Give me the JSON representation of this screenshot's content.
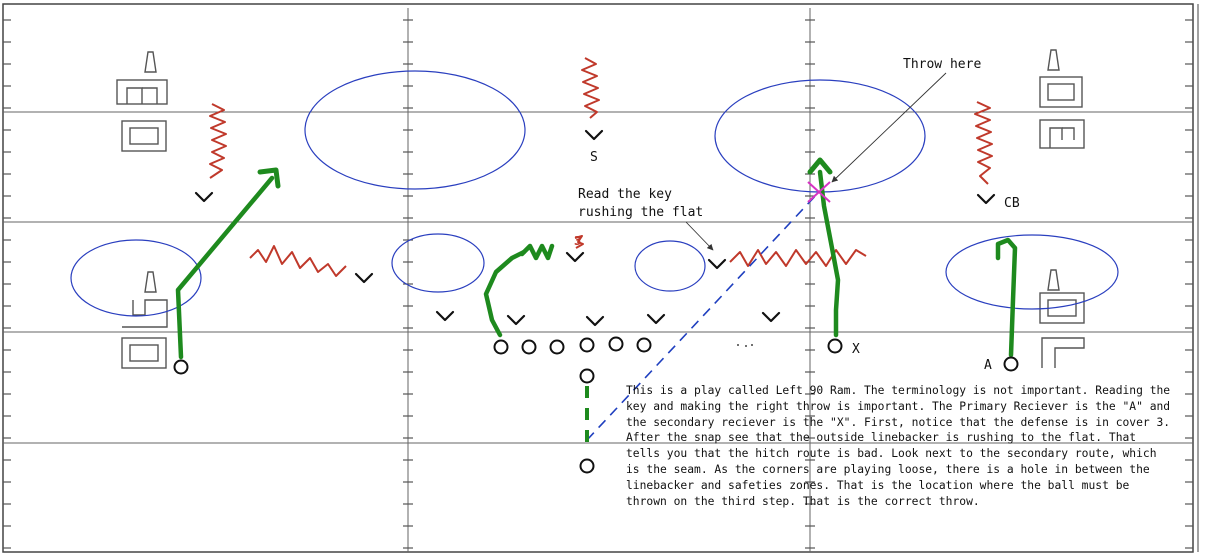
{
  "labels": {
    "safety": "S",
    "cornerback": "CB",
    "receiver_x": "X",
    "receiver_a": "A",
    "throw_here": "Throw here",
    "read_key_line1": "Read the key",
    "read_key_line2": "rushing the flat",
    "mark_3": "3"
  },
  "explanation": "This is a play called Left 90 Ram.  The terminology is not important.  Reading the key and making the right throw is important.  The Primary Reciever is the \"A\" and the secondary reciever is the \"X\".  First, notice that the defense is in cover 3.  After the snap see that the outside linebacker is rushing to the flat.  That tells you that the hitch route is bad.  Look next to the secondary route, which is the seam.  As the corners are playing loose, there is a hole in between the linebacker and safeties zones.  That is the location where the ball must be thrown on the third step.  That is the correct throw.",
  "colors": {
    "route": "#1e8a1e",
    "defender_motion": "#c0392b",
    "zone": "#2a3fbf",
    "pass_path": "#1f3fbf",
    "target_mark": "#d633c4",
    "field_line": "#555555"
  },
  "icons": [
    "arrow-up-icon",
    "defender-chevron-icon",
    "player-circle-icon",
    "target-x-icon"
  ]
}
